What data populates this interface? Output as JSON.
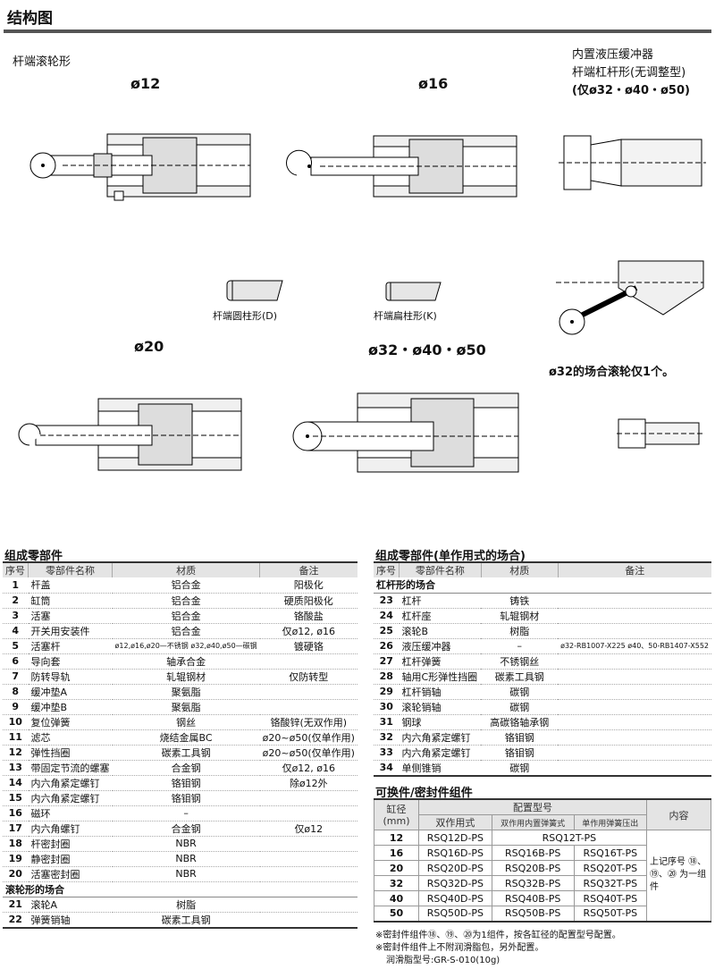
{
  "page_title": "结构图",
  "sections": {
    "rod_roller": "杆端滚轮形",
    "hydraulic_line1": "内置液压缓冲器",
    "hydraulic_line2": "杆端杠杆形(无调整型)",
    "hydraulic_line3": "(仅ø32・ø40・ø50)",
    "phi32_note": "ø32的场合滚轮仅1个。"
  },
  "sizes": {
    "s12": "ø12",
    "s16": "ø16",
    "s20": "ø20",
    "s32": "ø32・ø40・ø50"
  },
  "rod_ends": {
    "d": "杆端圆柱形(D)",
    "k": "杆端扁柱形(K)"
  },
  "table1": {
    "title": "组成零部件",
    "headers": [
      "序号",
      "零部件名称",
      "材质",
      "备注"
    ],
    "rows": [
      [
        "1",
        "杆盖",
        "铝合金",
        "阳极化"
      ],
      [
        "2",
        "缸筒",
        "铝合金",
        "硬质阳极化"
      ],
      [
        "3",
        "活塞",
        "铝合金",
        "铬酸盐"
      ],
      [
        "4",
        "开关用安装件",
        "铝合金",
        "仅ø12, ø16"
      ],
      [
        "5",
        "活塞杆",
        "ø12,ø16,ø20—不锈钢 ø32,ø40,ø50—碳钢",
        "镀硬铬"
      ],
      [
        "6",
        "导向套",
        "轴承合金",
        ""
      ],
      [
        "7",
        "防转导轨",
        "轧辊钢材",
        "仅防转型"
      ],
      [
        "8",
        "缓冲垫A",
        "聚氨脂",
        ""
      ],
      [
        "9",
        "缓冲垫B",
        "聚氨脂",
        ""
      ],
      [
        "10",
        "复位弹簧",
        "钢丝",
        "铬酸锌(无双作用)"
      ],
      [
        "11",
        "滤芯",
        "烧结金属BC",
        "ø20~ø50(仅单作用)"
      ],
      [
        "12",
        "弹性挡圈",
        "碳素工具钢",
        "ø20~ø50(仅单作用)"
      ],
      [
        "13",
        "带固定节流的螺塞",
        "合金钢",
        "仅ø12, ø16"
      ],
      [
        "14",
        "内六角紧定螺钉",
        "铬钼钢",
        "除ø12外"
      ],
      [
        "15",
        "内六角紧定螺钉",
        "铬钼钢",
        ""
      ],
      [
        "16",
        "磁环",
        "–",
        ""
      ],
      [
        "17",
        "内六角螺钉",
        "合金钢",
        "仅ø12"
      ],
      [
        "18",
        "杆密封圈",
        "NBR",
        ""
      ],
      [
        "19",
        "静密封圈",
        "NBR",
        ""
      ],
      [
        "20",
        "活塞密封圈",
        "NBR",
        ""
      ]
    ],
    "sub": "滚轮形的场合",
    "rows2": [
      [
        "21",
        "滚轮A",
        "树脂",
        ""
      ],
      [
        "22",
        "弹簧销轴",
        "碳素工具钢",
        ""
      ]
    ]
  },
  "table2": {
    "title": "组成零部件(单作用式的场合)",
    "headers": [
      "序号",
      "零部件名称",
      "材质",
      "备注"
    ],
    "sub": "杠杆形的场合",
    "rows": [
      [
        "23",
        "杠杆",
        "铸铁",
        ""
      ],
      [
        "24",
        "杠杆座",
        "轧辊钢材",
        ""
      ],
      [
        "25",
        "滚轮B",
        "树脂",
        ""
      ],
      [
        "26",
        "液压缓冲器",
        "–",
        "ø32-RB1007-X225 ø40、50-RB1407-X552"
      ],
      [
        "27",
        "杠杆弹簧",
        "不锈钢丝",
        ""
      ],
      [
        "28",
        "轴用C形弹性挡圈",
        "碳素工具钢",
        ""
      ],
      [
        "29",
        "杠杆销轴",
        "碳钢",
        ""
      ],
      [
        "30",
        "滚轮销轴",
        "碳钢",
        ""
      ],
      [
        "31",
        "钢球",
        "高碳铬轴承钢",
        ""
      ],
      [
        "32",
        "内六角紧定螺钉",
        "铬钼钢",
        ""
      ],
      [
        "33",
        "内六角紧定螺钉",
        "铬钼钢",
        ""
      ],
      [
        "34",
        "单侧锥销",
        "碳钢",
        ""
      ]
    ]
  },
  "table3": {
    "title": "可换件/密封件组件",
    "h_bore": "缸径 (mm)",
    "h_model": "配置型号",
    "h_double": "双作用式",
    "h_single_in": "双作用内置弹簧式",
    "h_single_out": "单作用弹簧压出",
    "h_content": "内容",
    "content": "上记序号 ⑱、⑲、⑳ 为一组件",
    "rows": [
      [
        "12",
        "RSQ12D-PS",
        "RSQ12T-PS",
        ""
      ],
      [
        "16",
        "RSQ16D-PS",
        "RSQ16B-PS",
        "RSQ16T-PS"
      ],
      [
        "20",
        "RSQ20D-PS",
        "RSQ20B-PS",
        "RSQ20T-PS"
      ],
      [
        "32",
        "RSQ32D-PS",
        "RSQ32B-PS",
        "RSQ32T-PS"
      ],
      [
        "40",
        "RSQ40D-PS",
        "RSQ40B-PS",
        "RSQ40T-PS"
      ],
      [
        "50",
        "RSQ50D-PS",
        "RSQ50B-PS",
        "RSQ50T-PS"
      ]
    ],
    "notes": [
      "※密封件组件⑱、⑲、⑳为1组件，按各缸径的配置型号配置。",
      "※密封件组件上不附润滑脂包，另外配置。",
      "润滑脂型号:GR-S-010(10g)"
    ]
  }
}
